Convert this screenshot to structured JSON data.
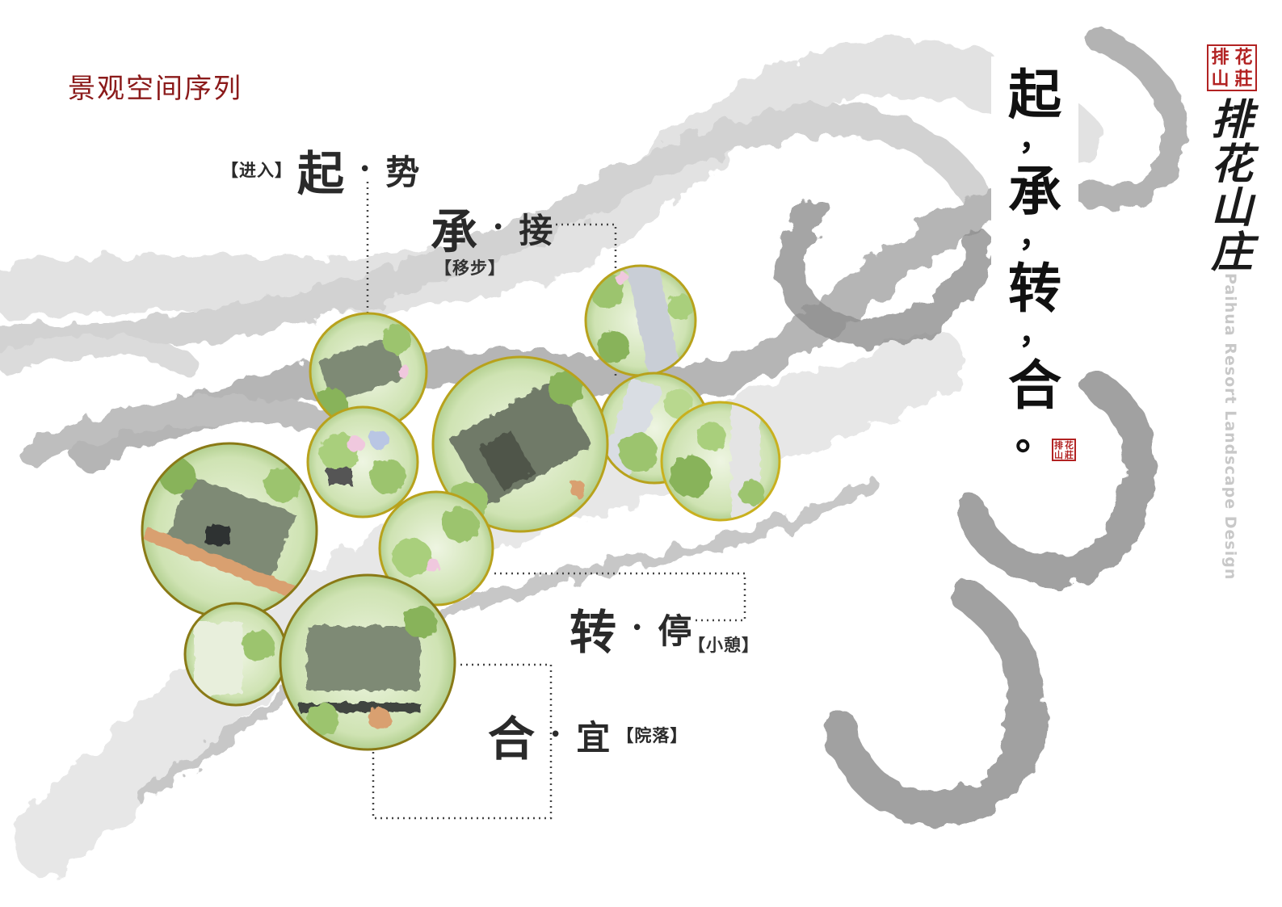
{
  "page_title": "景观空间序列",
  "stages": {
    "qi": {
      "bracket": "【进入】",
      "main": "起",
      "dot": "•",
      "sub": "势"
    },
    "cheng": {
      "main": "承",
      "dot": "•",
      "sub": "接",
      "bracket": "【移步】"
    },
    "zhuan": {
      "main": "转",
      "dot": "•",
      "sub": "停",
      "bracket": "【小憩】"
    },
    "he": {
      "main": "合",
      "dot": "•",
      "sub": "宜",
      "bracket": "【院落】"
    }
  },
  "poem": {
    "c1": "起",
    "p1": "，",
    "c2": "承",
    "p2": "，",
    "c3": "转",
    "p3": "，",
    "c4": "合",
    "p4": "。"
  },
  "brand": {
    "seal_chars": [
      "排",
      "花",
      "山",
      "莊"
    ],
    "name_chars": [
      "排",
      "花",
      "山",
      "庄"
    ],
    "english": "Paihua Resort Landscape Design"
  },
  "colors": {
    "title_red": "#8b1a1a",
    "seal_red": "#b22222",
    "ink_gray": "#8a8a8a",
    "circle_outline": "#b8a21c",
    "foliage_green": "#9cc46e",
    "roof_gray": "#6f7a68"
  }
}
